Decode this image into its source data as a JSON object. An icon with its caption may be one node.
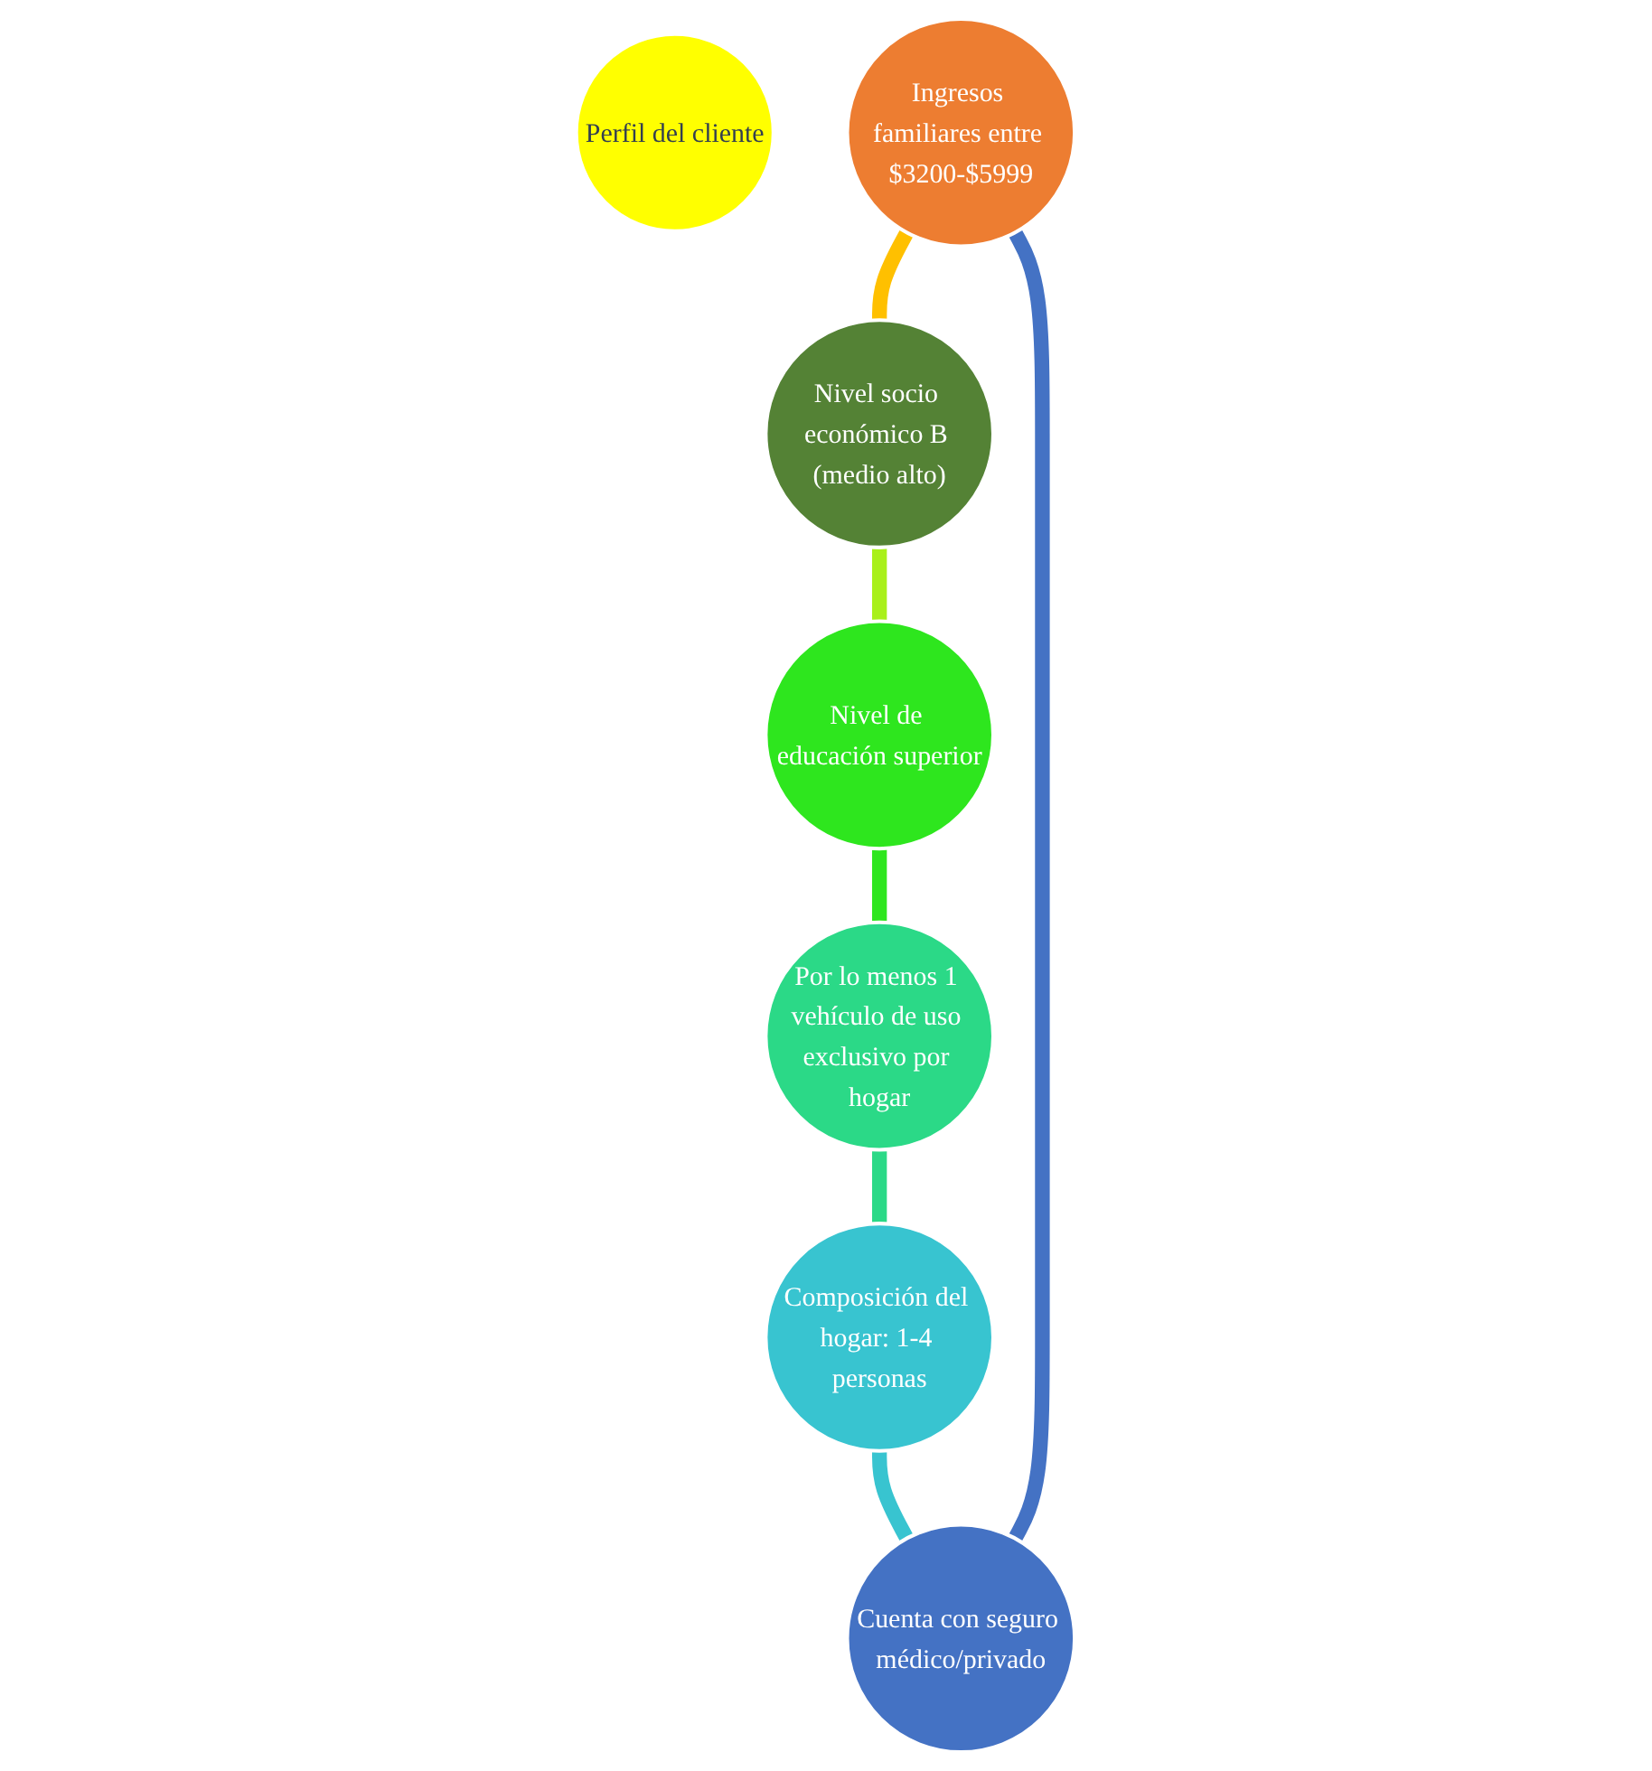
{
  "diagram": {
    "nodes": [
      {
        "text": [
          "Perfil del cliente"
        ]
      },
      {
        "text": [
          "Ingresos familiares entre $3200-$5999"
        ]
      },
      {
        "text": [
          "Nivel socio económico B (medio alto)"
        ]
      },
      {
        "text": [
          "Nivel de educación superior"
        ]
      },
      {
        "text": [
          "Por lo menos 1 vehículo de uso exclusivo por hogar"
        ]
      },
      {
        "text": [
          "Composición del hogar: 1-4 personas"
        ]
      },
      {
        "text": [
          "Cuenta con seguro médico/privado"
        ]
      }
    ],
    "edges": [
      {
        "from": 1,
        "to": 2,
        "arrow": "none",
        "color": "#ffc000"
      },
      {
        "from": 2,
        "to": 3,
        "arrow": "none",
        "color": "#a9f01a"
      },
      {
        "from": 3,
        "to": 4,
        "arrow": "none",
        "color": "#2ee61e"
      },
      {
        "from": 4,
        "to": 5,
        "arrow": "none",
        "color": "#2bd987"
      },
      {
        "from": 5,
        "to": 6,
        "arrow": "none",
        "color": "#38c4d0"
      },
      {
        "from": 6,
        "to": 1,
        "arrow": "none",
        "color": "#4472c4"
      }
    ]
  }
}
